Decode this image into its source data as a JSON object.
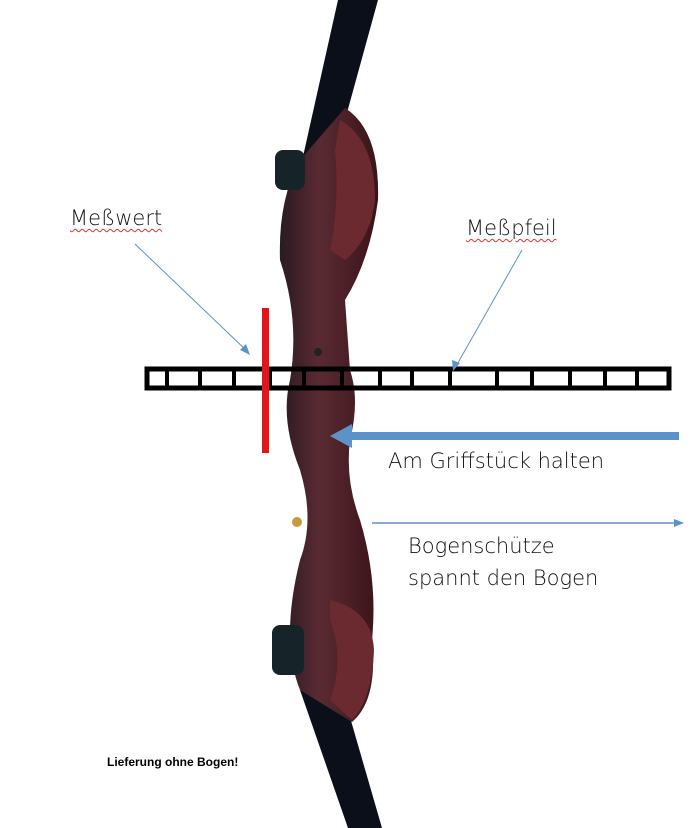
{
  "labels": {
    "measure_value": "Meßwert",
    "measure_arrow": "Meßpfeil",
    "hold_grip": "Am Griffstück halten",
    "archer_line1": "Bogenschütze",
    "archer_line2": "spannt den Bogen",
    "note": "Lieferung ohne Bogen!"
  },
  "colors": {
    "marker": "#e3141b",
    "arrow_blue": "#5b93c9",
    "riser": "#4a1f24",
    "limb": "#0b0f1a"
  }
}
